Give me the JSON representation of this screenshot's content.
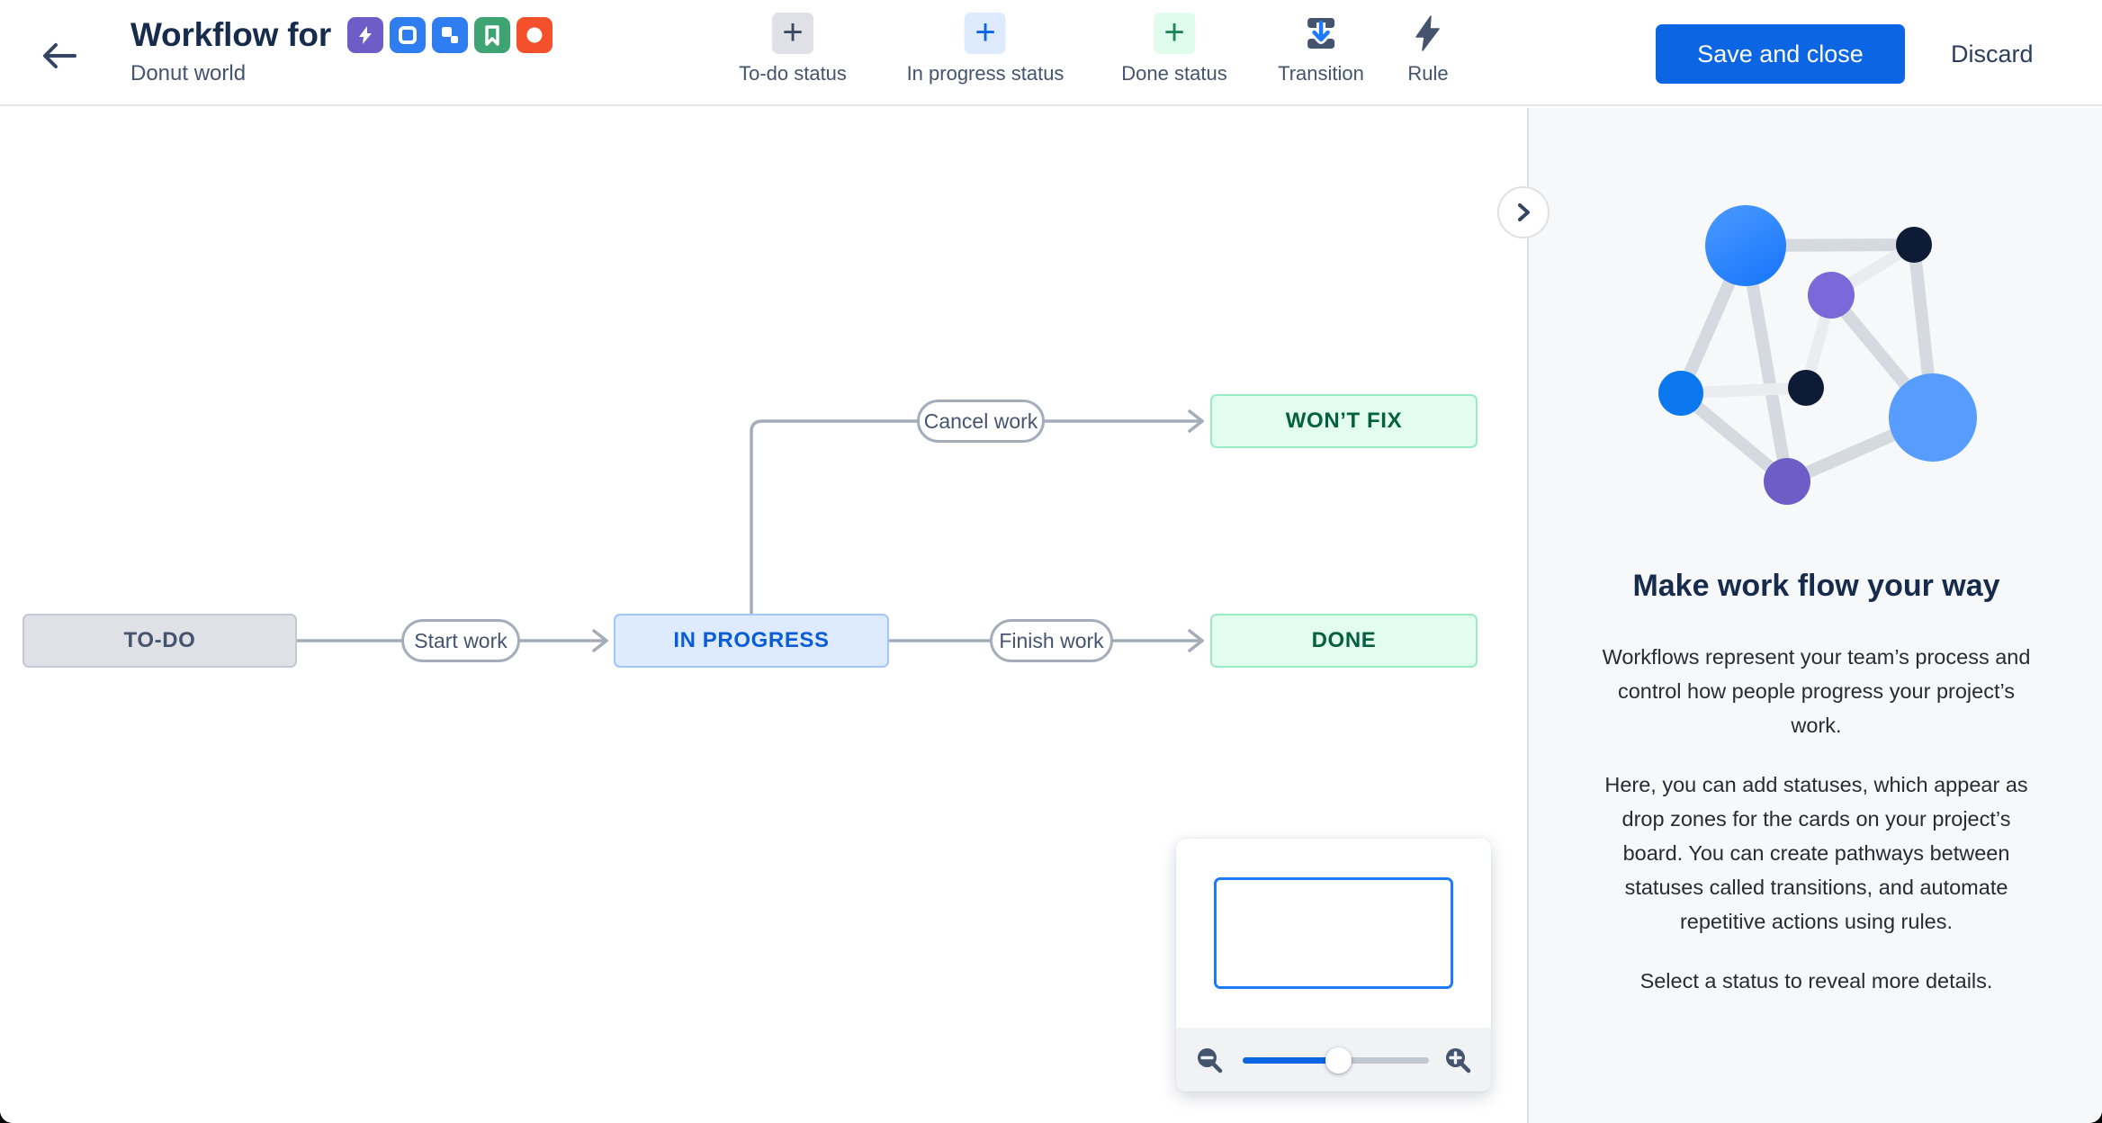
{
  "header": {
    "title": "Workflow for",
    "subtitle": "Donut world",
    "issue_type_icons": [
      "bolt-icon",
      "task-icon",
      "subtask-icon",
      "story-icon",
      "bug-icon"
    ],
    "actions": {
      "save": "Save and close",
      "discard": "Discard"
    }
  },
  "toolbar": {
    "items": [
      {
        "label": "To-do status",
        "icon": "add-todo-status-icon"
      },
      {
        "label": "In progress status",
        "icon": "add-inprogress-status-icon"
      },
      {
        "label": "Done status",
        "icon": "add-done-status-icon"
      },
      {
        "label": "Transition",
        "icon": "transition-icon"
      },
      {
        "label": "Rule",
        "icon": "rule-lightning-icon"
      }
    ]
  },
  "workflow": {
    "statuses": [
      {
        "name": "TO-DO",
        "category": "todo"
      },
      {
        "name": "IN PROGRESS",
        "category": "inprogress"
      },
      {
        "name": "WON’T FIX",
        "category": "done"
      },
      {
        "name": "DONE",
        "category": "done"
      }
    ],
    "transitions": [
      {
        "name": "Start work",
        "from": "TO-DO",
        "to": "IN PROGRESS"
      },
      {
        "name": "Cancel work",
        "from": "IN PROGRESS",
        "to": "WON’T FIX"
      },
      {
        "name": "Finish work",
        "from": "IN PROGRESS",
        "to": "DONE"
      }
    ]
  },
  "minimap": {
    "zoom_out_icon": "magnifier-minus-icon",
    "zoom_in_icon": "magnifier-plus-icon",
    "zoom_level_fraction": 0.51
  },
  "sidebar": {
    "heading": "Make work flow your way",
    "paragraphs": [
      "Workflows represent your team’s process and control how people progress your project’s work.",
      "Here, you can add statuses, which appear as drop zones for the cards on your project’s board. You can create pathways between statuses called transitions, and automate repetitive actions using rules.",
      "Select a status to reveal more details."
    ]
  },
  "colors": {
    "primary_blue": "#0C66E4",
    "navy_text": "#172B4D",
    "slate_text": "#44546F",
    "connector_gray": "#A5ADBA",
    "todo_bg": "#DFE1E6",
    "inprogress_bg": "#DEEBFF",
    "inprogress_text": "#0B5CD7",
    "done_bg": "#E2FCEF",
    "done_text": "#06603F",
    "sidebar_bg": "#F7F8F9"
  }
}
